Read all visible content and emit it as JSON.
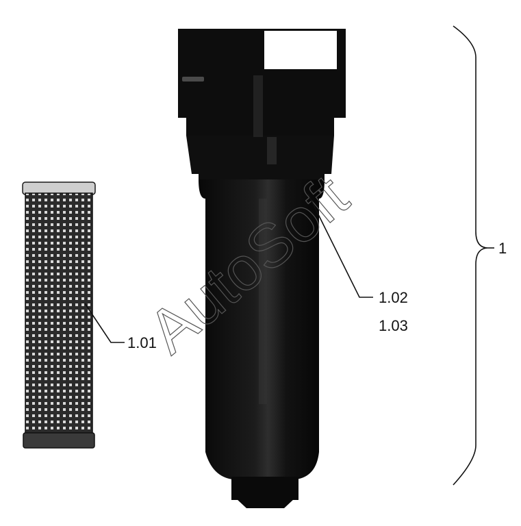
{
  "labels": {
    "assembly": "1",
    "element": "1.01",
    "housing_a": "1.02",
    "housing_b": "1.03"
  },
  "watermark": {
    "text": "AutoSoft"
  },
  "colors": {
    "ink": "#111111",
    "housing": "#0d0d0d",
    "housing_highlight": "#3a3a3a",
    "element_mesh": "#2b2b2b",
    "background": "#ffffff"
  }
}
